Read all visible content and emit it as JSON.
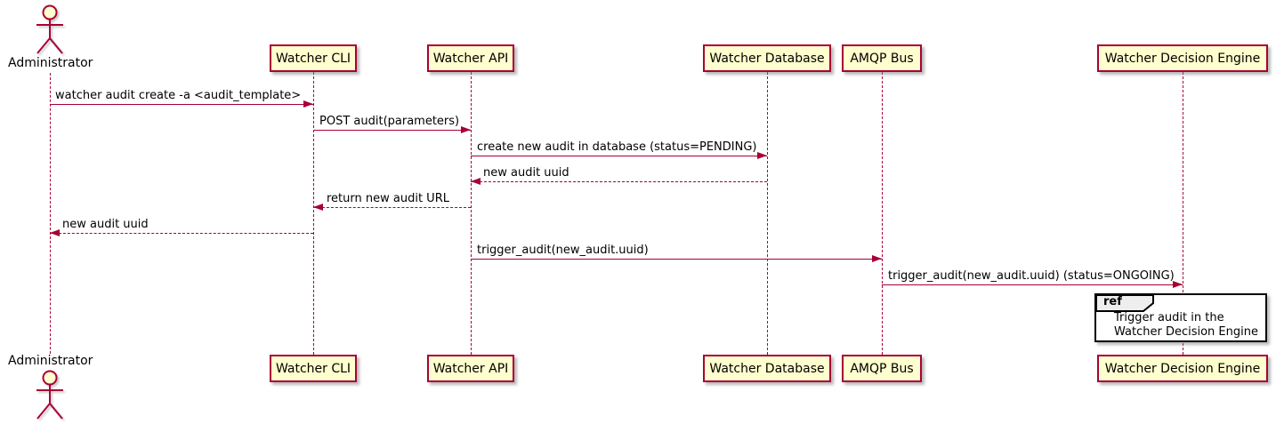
{
  "colors": {
    "participant_fill": "#FEFECE",
    "participant_border": "#A80036",
    "arrow_line": "#A80036",
    "lifeline": "#A80036",
    "text": "#000000",
    "ref_border": "#000000",
    "ref_fill": "#FFFFFF",
    "ref_header_fill": "#EEEEEE"
  },
  "actor": {
    "name": "Administrator"
  },
  "participants": [
    {
      "label": "Watcher CLI"
    },
    {
      "label": "Watcher API"
    },
    {
      "label": "Watcher Database"
    },
    {
      "label": "AMQP Bus"
    },
    {
      "label": "Watcher Decision Engine"
    }
  ],
  "messages": [
    {
      "text": "watcher audit create -a <audit_template>",
      "from": "Administrator",
      "to": "Watcher CLI",
      "line": "solid",
      "direction": "right"
    },
    {
      "text": "POST audit(parameters)",
      "from": "Watcher CLI",
      "to": "Watcher API",
      "line": "solid",
      "direction": "right"
    },
    {
      "text": "create new audit in database (status=PENDING)",
      "from": "Watcher API",
      "to": "Watcher Database",
      "line": "solid",
      "direction": "right"
    },
    {
      "text": "new audit uuid",
      "from": "Watcher Database",
      "to": "Watcher API",
      "line": "dashed",
      "direction": "left"
    },
    {
      "text": "return new audit URL",
      "from": "Watcher API",
      "to": "Watcher CLI",
      "line": "dashed",
      "direction": "left"
    },
    {
      "text": "new audit uuid",
      "from": "Watcher CLI",
      "to": "Administrator",
      "line": "dashed",
      "direction": "left"
    },
    {
      "text": "trigger_audit(new_audit.uuid)",
      "from": "Watcher API",
      "to": "AMQP Bus",
      "line": "solid",
      "direction": "right"
    },
    {
      "text": "trigger_audit(new_audit.uuid) (status=ONGOING)",
      "from": "AMQP Bus",
      "to": "Watcher Decision Engine",
      "line": "solid",
      "direction": "right"
    }
  ],
  "ref": {
    "keyword": "ref",
    "line1": "Trigger audit in the",
    "line2": "Watcher Decision Engine"
  }
}
